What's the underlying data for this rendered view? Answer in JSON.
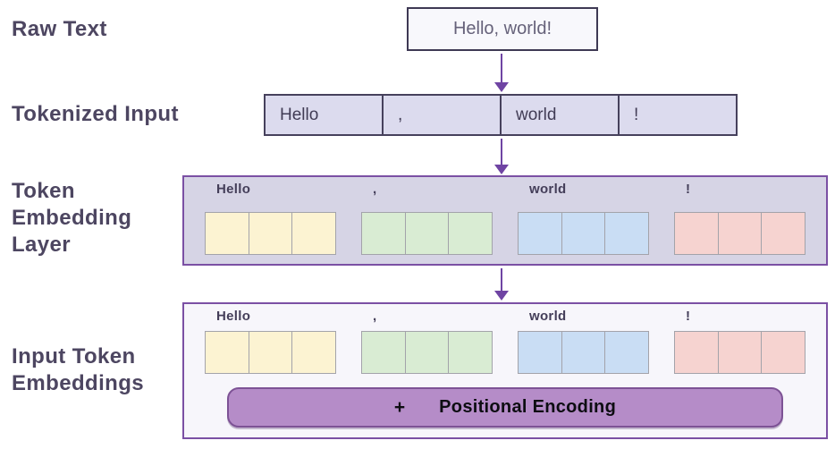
{
  "stages": {
    "raw_text": {
      "label": "Raw Text",
      "value": "Hello, world!"
    },
    "tokenized_input": {
      "label": "Tokenized Input"
    },
    "token_embedding_layer": {
      "label": "Token Embedding Layer"
    },
    "input_token_embeddings": {
      "label": "Input Token Embeddings"
    }
  },
  "tokens": [
    {
      "text": "Hello",
      "cell_color": "#fcf3d2"
    },
    {
      "text": ",",
      "cell_color": "#d9ecd3"
    },
    {
      "text": "world",
      "cell_color": "#c9ddf4"
    },
    {
      "text": "!",
      "cell_color": "#f6d3d0"
    }
  ],
  "embedding_cells_per_token": 3,
  "positional_encoding": {
    "operator": "+",
    "label": "Positional Encoding",
    "fill_color": "#b58cc8"
  },
  "colors": {
    "heading_text": "#4d4661",
    "accent_purple_border": "#7b50a4",
    "arrow": "#6f44a3",
    "raw_box_bg": "#f8f8fc",
    "raw_box_border": "#3e3954",
    "tokenized_table_bg": "#dcdbee",
    "embedding_layer_bg": "#d6d4e5",
    "input_embeddings_bg": "#f7f6fb",
    "cell_border": "#a3a3aa"
  }
}
